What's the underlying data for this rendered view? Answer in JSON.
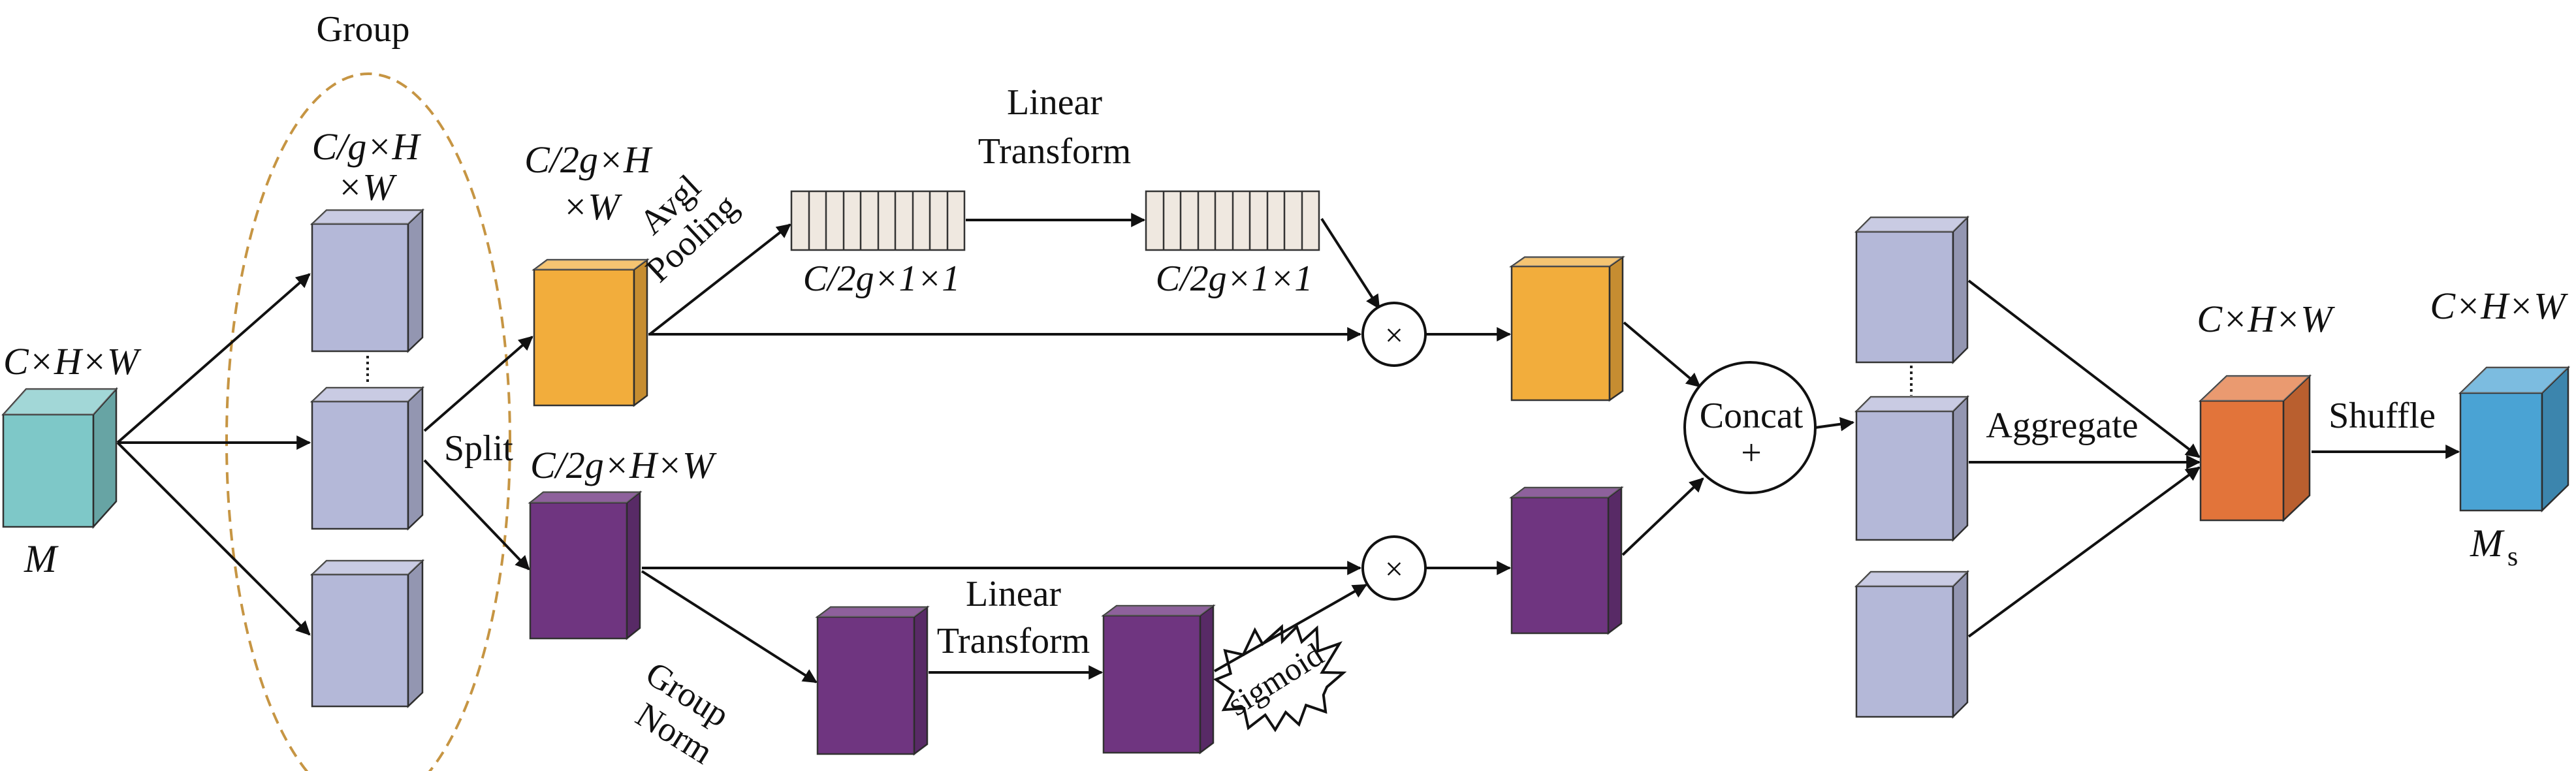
{
  "labels": {
    "group": "Group",
    "input_dims": "C×H×W",
    "input_name": "M",
    "group_dims_line1": "C/g×H",
    "group_dims_line2": "×W",
    "split": "Split",
    "upper_branch_dims_line1": "C/2g×H",
    "upper_branch_dims_line2": "×W",
    "lower_branch_dims": "C/2g×H×W",
    "avg_pooling_line1": "Avgl",
    "avg_pooling_line2": "Pooling",
    "linear_transform_top_line1": "Linear",
    "linear_transform_top_line2": "Transform",
    "pooled_vector_dims_1": "C/2g×1×1",
    "pooled_vector_dims_2": "C/2g×1×1",
    "multiply_symbol": "×",
    "group_norm_line1": "Group",
    "group_norm_line2": "Norm",
    "linear_transform_bottom_line1": "Linear",
    "linear_transform_bottom_line2": "Transform",
    "sigmoid": "sigmoid",
    "concat_line1": "Concat",
    "concat_line2": "+",
    "aggregate": "Aggregate",
    "aggregated_dims": "C×H×W",
    "shuffle": "Shuffle",
    "output_dims": "C×H×W",
    "output_name": "M",
    "output_subscript": "s"
  },
  "colors": {
    "input_cube": "#7ec8c8",
    "group_cube": "#b4b8d8",
    "orange_cube": "#f2ad3c",
    "purple_cube": "#6f3580",
    "aggregated_cube": "#e2743a",
    "output_cube": "#4aa3d4",
    "vector_fill": "#efe8e0",
    "group_ellipse": "#c69543"
  },
  "icons": {
    "dotted_separator": "vertical-dotted-line",
    "starburst": "starburst-shape"
  }
}
